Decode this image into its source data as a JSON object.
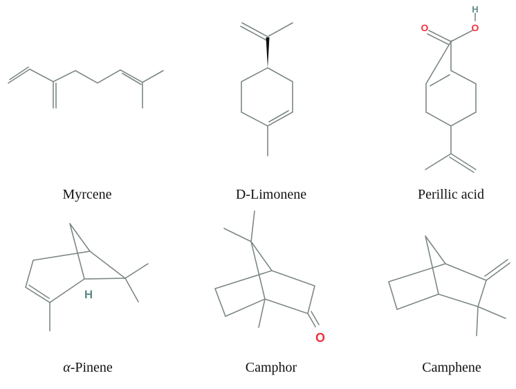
{
  "molecules": [
    {
      "name": "Myrcene"
    },
    {
      "name": "D-Limonene"
    },
    {
      "name": "Perillic acid",
      "atoms": {
        "o1": "O",
        "o2": "O",
        "h": "H"
      }
    },
    {
      "name_prefix": "α",
      "name_suffix": "-Pinene",
      "atoms": {
        "h": "H"
      }
    },
    {
      "name": "Camphor",
      "atoms": {
        "o": "O"
      }
    },
    {
      "name": "Camphene"
    }
  ],
  "colors": {
    "bond": "#7b8784",
    "oxygen": "#f0303a",
    "hydrogen": "#5f8a88",
    "label": "#111111"
  }
}
